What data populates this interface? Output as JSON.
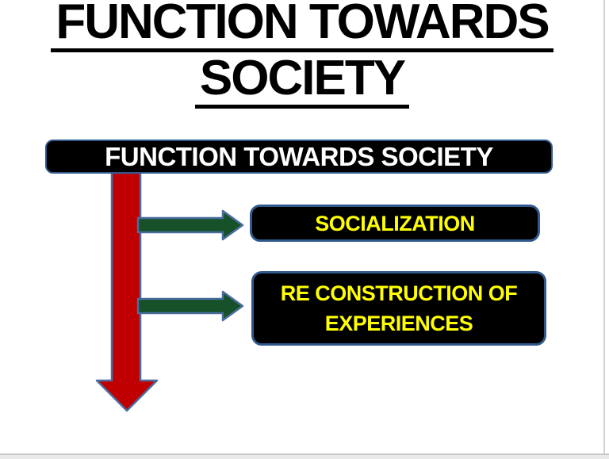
{
  "title": {
    "line1": "FUNCTION TOWARDS",
    "line2": "SOCIETY"
  },
  "diagram": {
    "header": {
      "label": "FUNCTION TOWARDS SOCIETY"
    },
    "branches": [
      {
        "label": "SOCIALIZATION"
      },
      {
        "label": "RE CONSTRUCTION OF EXPERIENCES"
      }
    ]
  },
  "colors": {
    "title_text": "#000000",
    "header_bg": "#000000",
    "header_text": "#ffffff",
    "box_bg": "#000000",
    "box_border": "#31588c",
    "branch_text": "#ffff00",
    "down_arrow": "#c00000",
    "branch_arrow": "#165129",
    "arrow_outline": "#4a6da0",
    "page_gutter": "#e9e9e9"
  }
}
